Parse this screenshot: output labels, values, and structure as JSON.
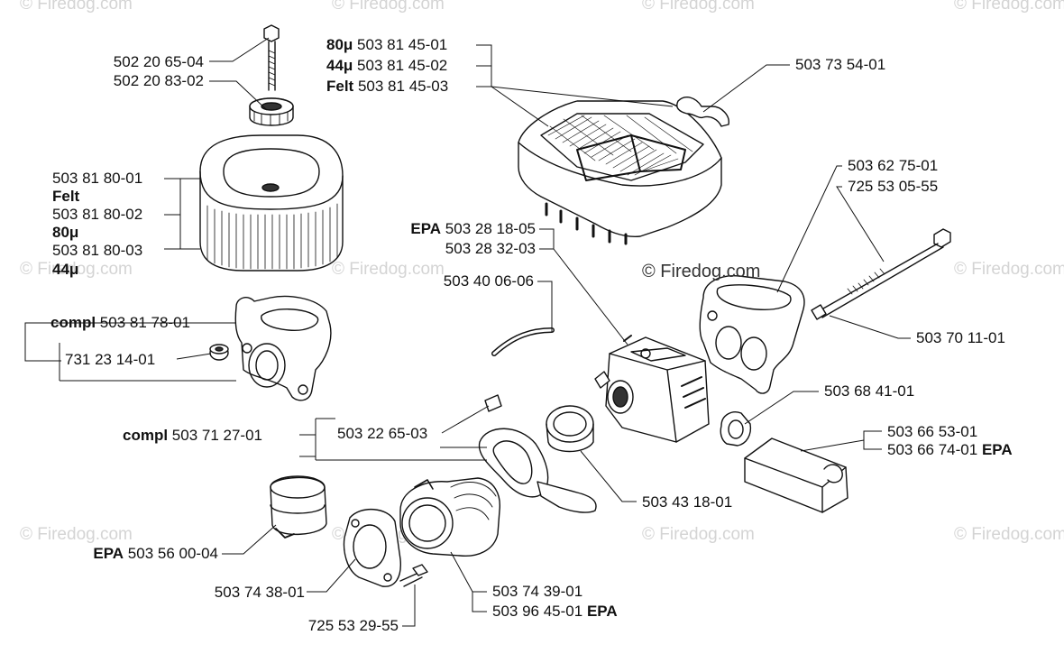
{
  "watermark": "© Firedog.com",
  "copyright": "© Firedog.com",
  "labels": {
    "l_502206504": "502 20 65-04",
    "l_502208302": "502 20 83-02",
    "pre_80u_a": "80μ",
    "l_503814501": "503 81 45-01",
    "pre_44u_a": "44μ",
    "l_503814502": "503 81 45-02",
    "pre_felt_a": "Felt",
    "l_503814503": "503 81 45-03",
    "l_503735401": "503 73 54-01",
    "l_503818001": "503 81 80-01",
    "felt_b": "Felt",
    "l_503818002": "503 81 80-02",
    "u80_b": "80μ",
    "l_503818003": "503 81 80-03",
    "u44_b": "44μ",
    "l_503627501": "503 62 75-01",
    "l_725530555": "725 53 05-55",
    "pre_epa_a": "EPA",
    "l_503281805": "503 28 18-05",
    "l_503283203": "503 28 32-03",
    "l_503400606": "503 40 06-06",
    "pre_compl_a": "compl",
    "l_503817801": "503 81 78-01",
    "l_731231401": "731 23 14-01",
    "l_503701101": "503 70 11-01",
    "l_503684101": "503 68 41-01",
    "pre_compl_b": "compl",
    "l_503712701": "503 71 27-01",
    "l_503226503": "503 22 65-03",
    "l_503665301": "503 66 53-01",
    "l_503667401": "503 66 74-01",
    "suf_epa_b": "EPA",
    "l_503431801": "503 43 18-01",
    "pre_epa_c": "EPA",
    "l_503560004": "503 56 00-04",
    "l_503743801": "503 74 38-01",
    "l_503743901": "503 74 39-01",
    "l_503964501": "503 96 45-01",
    "suf_epa_d": "EPA",
    "l_725532955": "725 53 29-55"
  }
}
